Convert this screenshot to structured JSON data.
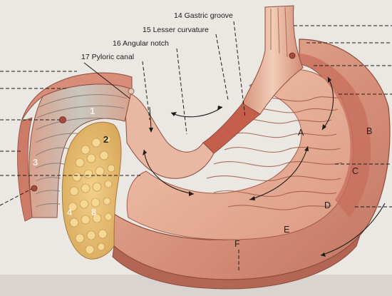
{
  "labels": {
    "gastric_groove": "14 Gastric groove",
    "lesser_curvature": "15 Lesser curvature",
    "angular_notch": "16 Angular notch",
    "pyloric_canal": "17 Pyloric canal",
    "n1": "1",
    "n2": "2",
    "n3": "3",
    "n4": "4",
    "n8": "8",
    "A": "A",
    "B": "B",
    "C": "C",
    "D": "D",
    "E": "E",
    "F": "F"
  },
  "colors": {
    "background": "#e9e6e2",
    "serosa": "#e8b39a",
    "muscle": "#c9675a",
    "mucosa": "#e7a98f",
    "pancreas": "#e9c47a",
    "outer_wall": "#d79a82"
  }
}
